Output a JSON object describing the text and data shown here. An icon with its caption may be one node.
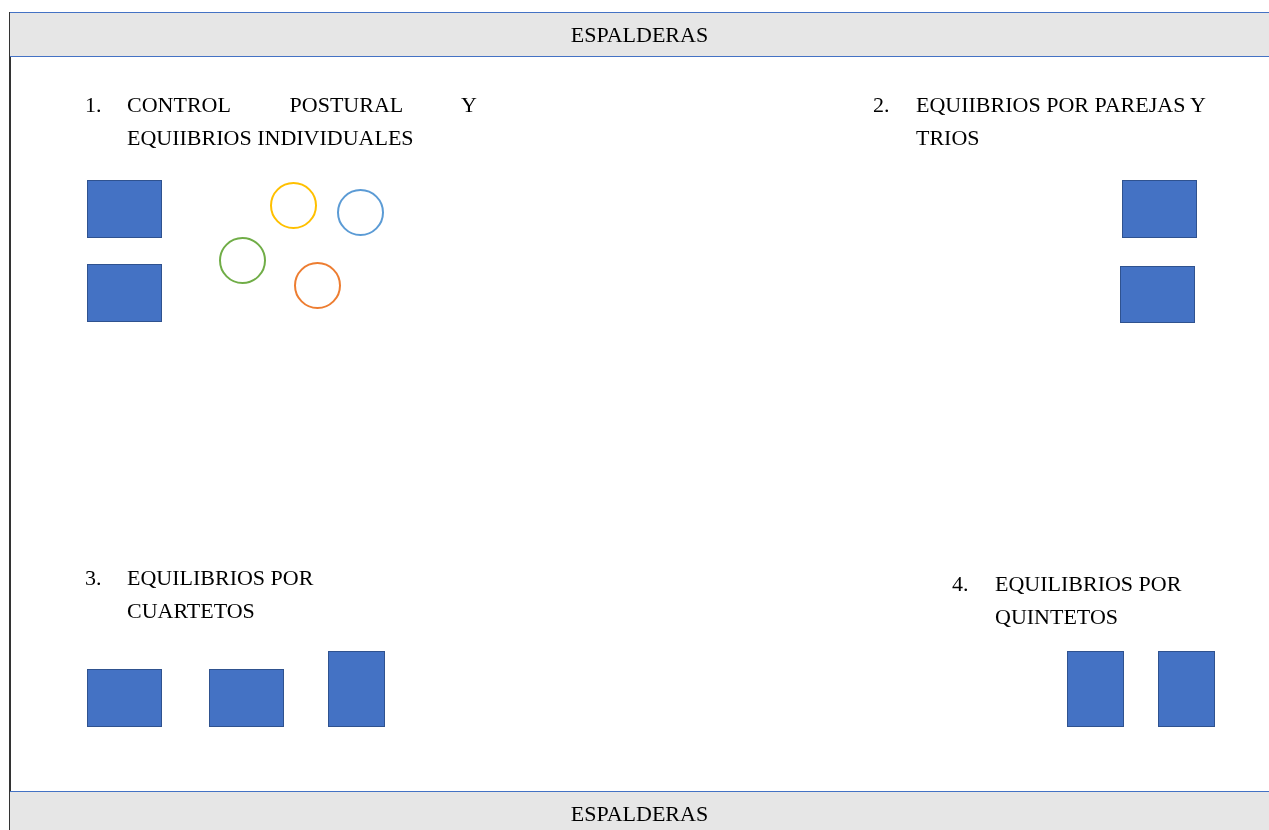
{
  "diagram": {
    "nodes": [
      {
        "text": [
          "ESPALDERAS"
        ]
      },
      {
        "text": [],
        "shape": "box"
      },
      {
        "text": [],
        "shape": "box"
      },
      {
        "text": [],
        "shape": "circle"
      },
      {
        "text": [],
        "shape": "circle"
      },
      {
        "text": [],
        "shape": "circle"
      },
      {
        "text": [],
        "shape": "circle"
      },
      {
        "text": [],
        "shape": "box"
      },
      {
        "text": [],
        "shape": "box"
      },
      {
        "text": [],
        "shape": "box"
      },
      {
        "text": [],
        "shape": "box"
      },
      {
        "text": [],
        "shape": "box"
      },
      {
        "text": [],
        "shape": "box"
      },
      {
        "text": [],
        "shape": "box"
      },
      {
        "text": [
          "ESPALDERAS"
        ]
      }
    ],
    "edges": [],
    "labels": [
      "1.",
      "CONTROL POSTURAL Y EQUIIBRIOS INDIVIDUALES",
      "2.",
      "EQUIIBRIOS POR PAREJAS Y TRIOS",
      "3.",
      "EQUILIBRIOS POR CUARTETOS",
      "4.",
      "EQUILIBRIOS POR QUINTETOS"
    ]
  }
}
